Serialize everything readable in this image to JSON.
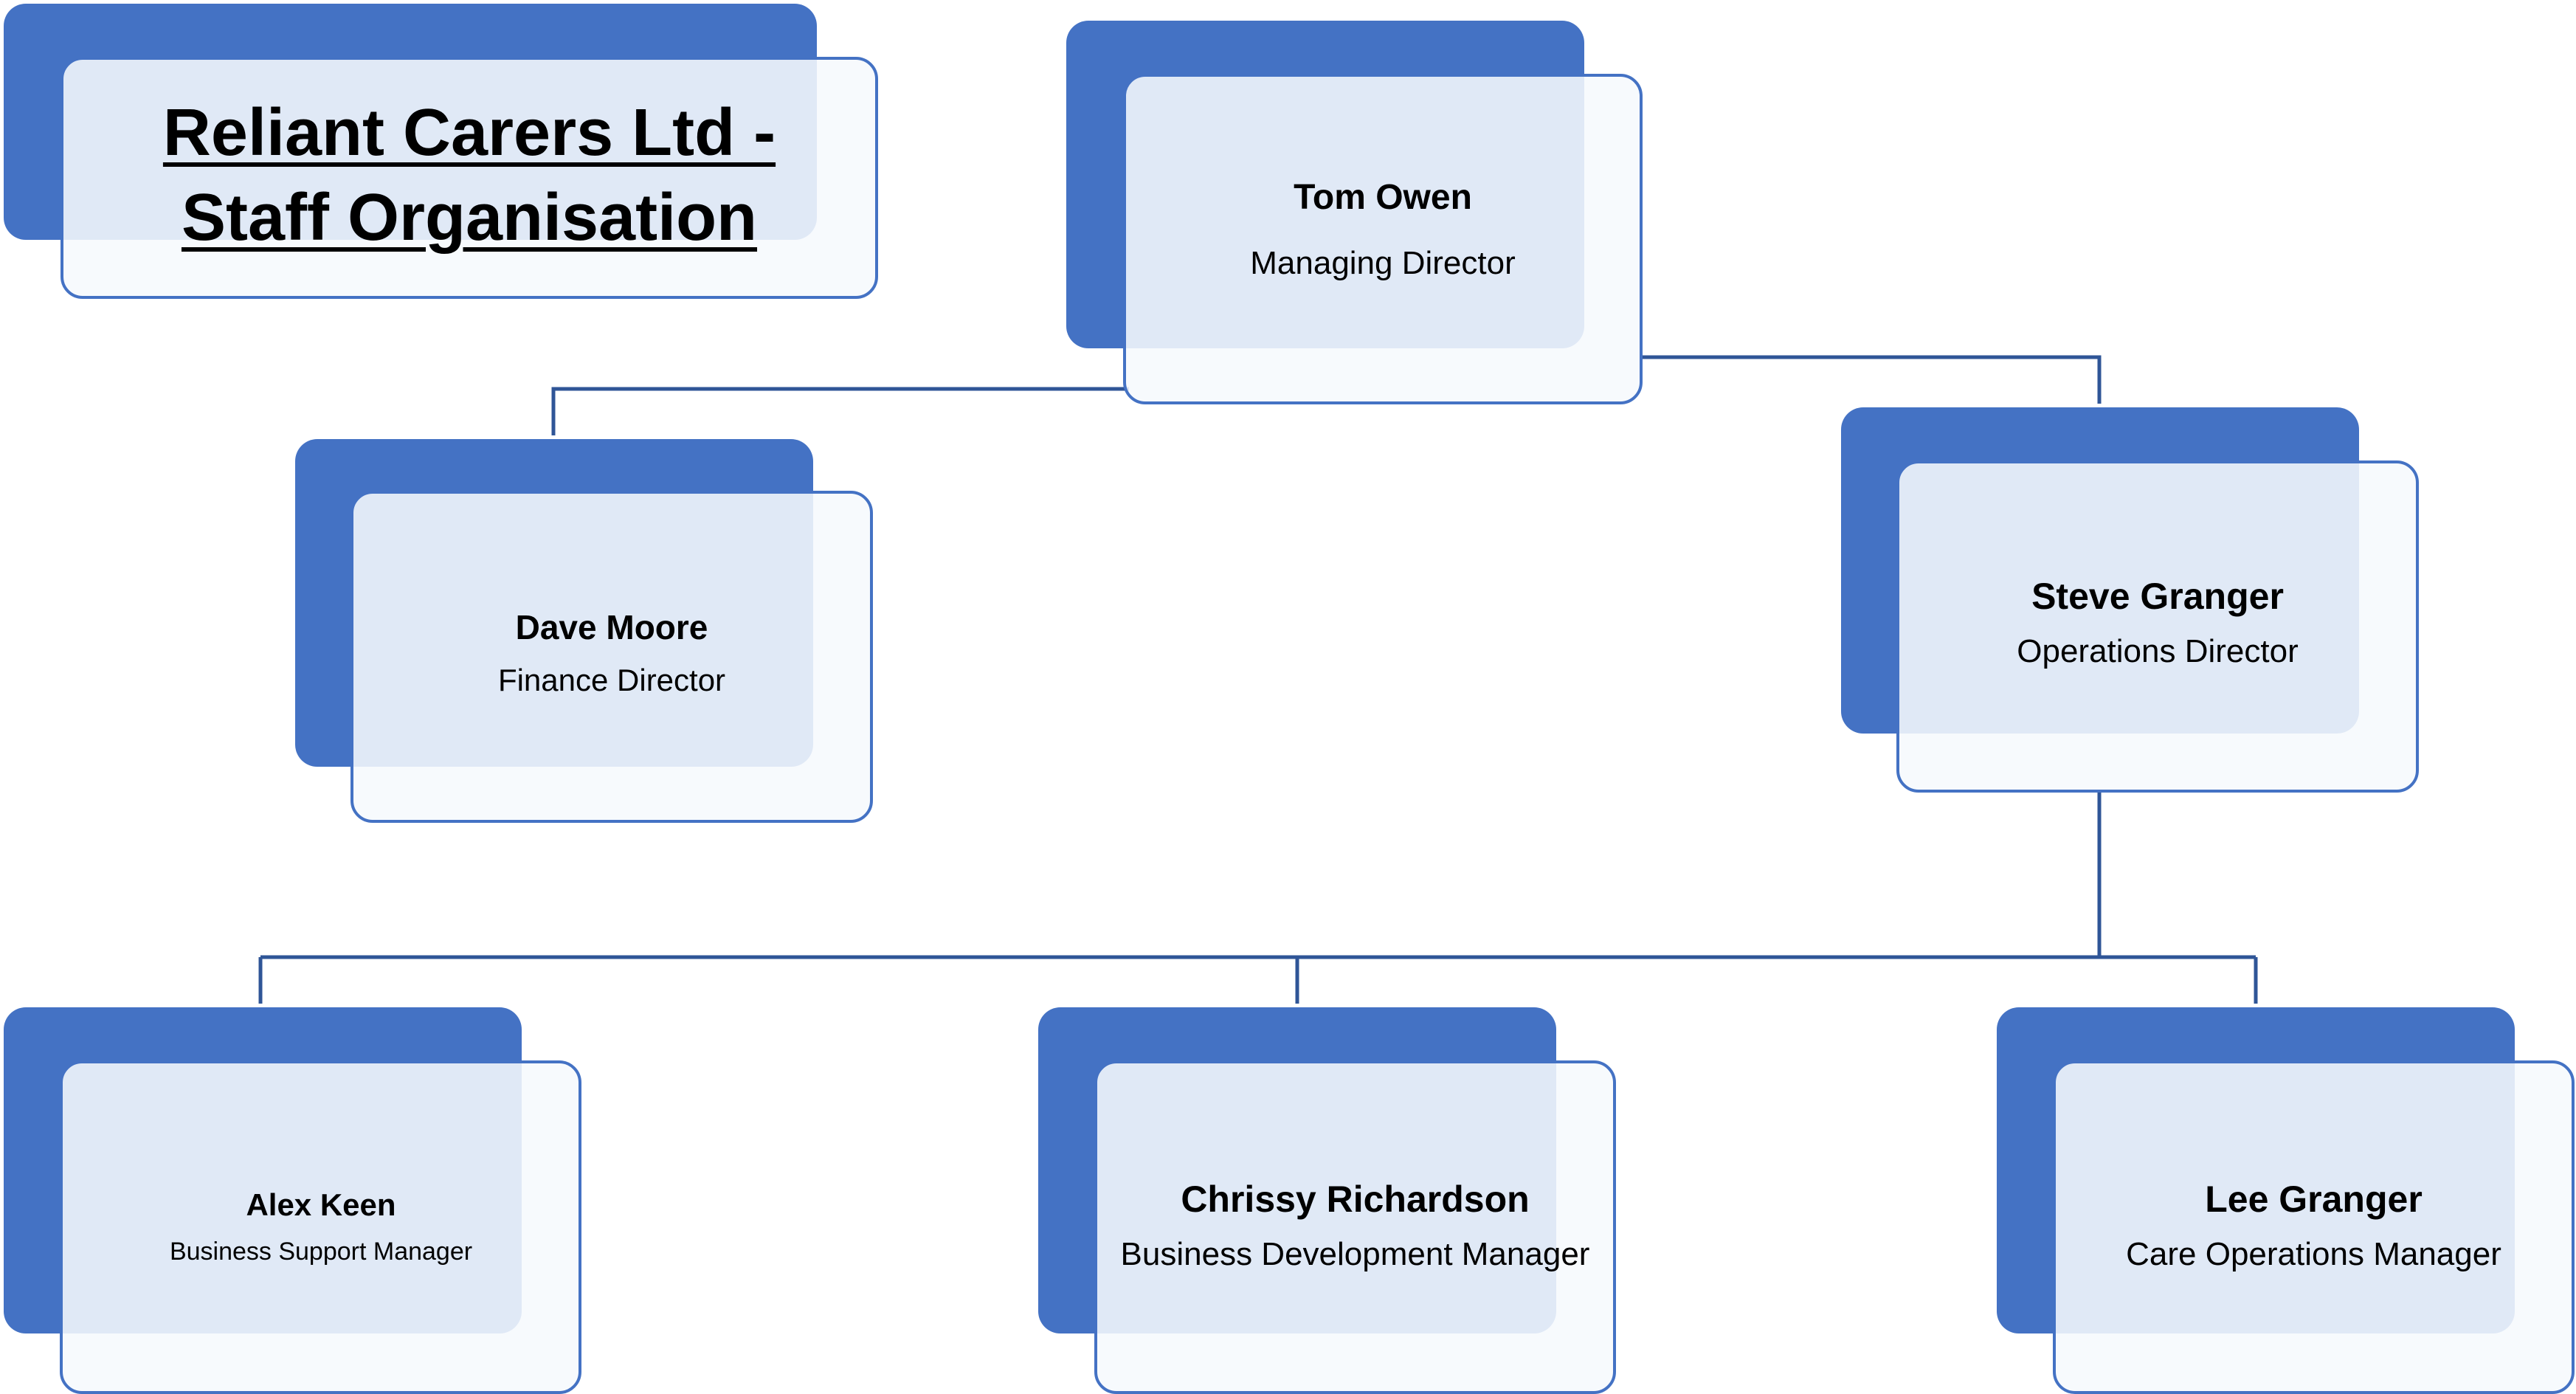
{
  "title": {
    "line1": "Reliant Carers Ltd -",
    "line2": "Staff Organisation"
  },
  "colors": {
    "accent": "#4472c4",
    "card_fill": "#f6f9fd",
    "connector": "#2f5597"
  },
  "nodes": {
    "tom_owen": {
      "name": "Tom Owen",
      "role": "Managing Director"
    },
    "dave_moore": {
      "name": "Dave Moore",
      "role": "Finance Director"
    },
    "steve_granger": {
      "name": "Steve Granger",
      "role": "Operations Director"
    },
    "alex_keen": {
      "name": "Alex Keen",
      "role": "Business Support Manager"
    },
    "chrissy_richardson": {
      "name": "Chrissy Richardson",
      "role": "Business Development Manager"
    },
    "lee_granger": {
      "name": "Lee Granger",
      "role": "Care Operations Manager"
    }
  },
  "links": [
    [
      "tom_owen",
      "dave_moore"
    ],
    [
      "tom_owen",
      "steve_granger"
    ],
    [
      "steve_granger",
      "alex_keen"
    ],
    [
      "steve_granger",
      "chrissy_richardson"
    ],
    [
      "steve_granger",
      "lee_granger"
    ]
  ]
}
